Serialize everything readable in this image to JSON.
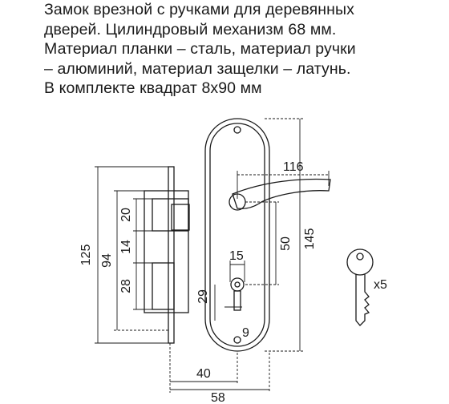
{
  "description": {
    "lines": [
      "Замок врезной с ручками для деревянных",
      "дверей. Цилиндровый механизм 68 мм.",
      "Материал планки – сталь, материал ручки",
      "– алюминий, материал защелки – латунь.",
      "В комплекте квадрат 8х90 мм"
    ]
  },
  "dimensions": {
    "handle_length": "116",
    "plate_height": "145",
    "spindle_to_cylinder": "50",
    "cylinder_width": "15",
    "lower_offset": "29",
    "screw": "9",
    "total_height": "125",
    "body_height": "94",
    "latch_height": "20",
    "gap": "14",
    "bolt_height": "28",
    "backset": "40",
    "total_depth": "58"
  },
  "keys": {
    "count_label": "x5"
  },
  "colors": {
    "line": "#1a1a1a",
    "background": "#ffffff"
  }
}
